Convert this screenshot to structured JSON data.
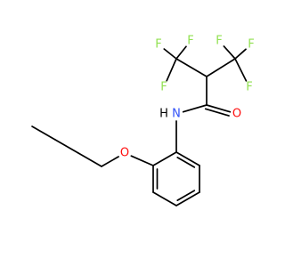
{
  "molecule": {
    "colors": {
      "bond": "#000000",
      "carbon": "#000000",
      "oxygen": "#ff0d0d",
      "nitrogen": "#3050f8",
      "fluorine": "#90e050",
      "hydrogen": "#000000"
    },
    "atoms": [
      {
        "id": "C1",
        "element": "C",
        "label": ""
      },
      {
        "id": "C2",
        "element": "C",
        "label": ""
      },
      {
        "id": "C3",
        "element": "C",
        "label": ""
      },
      {
        "id": "C4",
        "element": "C",
        "label": ""
      },
      {
        "id": "O1",
        "element": "O",
        "label": "O"
      },
      {
        "id": "C5",
        "element": "C",
        "label": ""
      },
      {
        "id": "C6",
        "element": "C",
        "label": ""
      },
      {
        "id": "C7",
        "element": "C",
        "label": ""
      },
      {
        "id": "C8",
        "element": "C",
        "label": ""
      },
      {
        "id": "C9",
        "element": "C",
        "label": ""
      },
      {
        "id": "C10",
        "element": "C",
        "label": ""
      },
      {
        "id": "N1",
        "element": "N",
        "label": "N"
      },
      {
        "id": "H1",
        "element": "H",
        "label": "H"
      },
      {
        "id": "C11",
        "element": "C",
        "label": ""
      },
      {
        "id": "O2",
        "element": "O",
        "label": "O"
      },
      {
        "id": "C12",
        "element": "C",
        "label": ""
      },
      {
        "id": "C13",
        "element": "C",
        "label": ""
      },
      {
        "id": "F1",
        "element": "F",
        "label": "F"
      },
      {
        "id": "F2",
        "element": "F",
        "label": "F"
      },
      {
        "id": "F3",
        "element": "F",
        "label": "F"
      },
      {
        "id": "C14",
        "element": "C",
        "label": ""
      },
      {
        "id": "F4",
        "element": "F",
        "label": "F"
      },
      {
        "id": "F5",
        "element": "F",
        "label": "F"
      },
      {
        "id": "F6",
        "element": "F",
        "label": "F"
      }
    ],
    "bonds": [
      {
        "from": "C1",
        "to": "C2",
        "order": 1
      },
      {
        "from": "C2",
        "to": "C3",
        "order": 1
      },
      {
        "from": "C3",
        "to": "C4",
        "order": 1
      },
      {
        "from": "C4",
        "to": "O1",
        "order": 1
      },
      {
        "from": "O1",
        "to": "C5",
        "order": 1
      },
      {
        "from": "C5",
        "to": "C6",
        "order": 2
      },
      {
        "from": "C6",
        "to": "C7",
        "order": 1
      },
      {
        "from": "C7",
        "to": "C8",
        "order": 2
      },
      {
        "from": "C8",
        "to": "C9",
        "order": 1
      },
      {
        "from": "C9",
        "to": "C10",
        "order": 2
      },
      {
        "from": "C10",
        "to": "C5",
        "order": 1
      },
      {
        "from": "C10",
        "to": "N1",
        "order": 1
      },
      {
        "from": "N1",
        "to": "C11",
        "order": 1
      },
      {
        "from": "C11",
        "to": "O2",
        "order": 2
      },
      {
        "from": "C11",
        "to": "C12",
        "order": 1
      },
      {
        "from": "C12",
        "to": "C13",
        "order": 1
      },
      {
        "from": "C13",
        "to": "F1",
        "order": 1
      },
      {
        "from": "C13",
        "to": "F2",
        "order": 1
      },
      {
        "from": "C13",
        "to": "F3",
        "order": 1
      },
      {
        "from": "C12",
        "to": "C14",
        "order": 1
      },
      {
        "from": "C14",
        "to": "F4",
        "order": 1
      },
      {
        "from": "C14",
        "to": "F5",
        "order": 1
      },
      {
        "from": "C14",
        "to": "F6",
        "order": 1
      }
    ]
  }
}
